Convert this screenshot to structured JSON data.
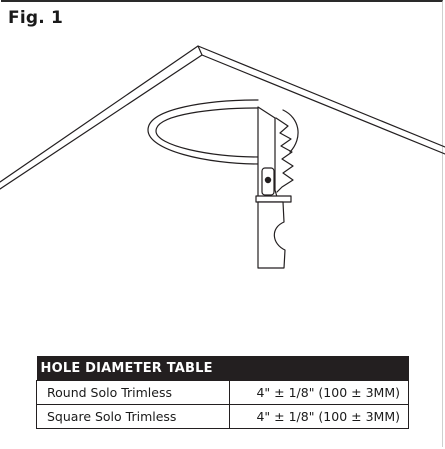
{
  "figure": {
    "label": "Fig. 1"
  },
  "table": {
    "title": "HOLE DIAMETER TABLE",
    "rows": [
      {
        "type": "Round Solo Trimless",
        "diameter": "4\" ± 1/8\" (100 ± 3MM)"
      },
      {
        "type": "Square Solo Trimless",
        "diameter": "4\" ± 1/8\" (100 ± 3MM)"
      }
    ]
  }
}
